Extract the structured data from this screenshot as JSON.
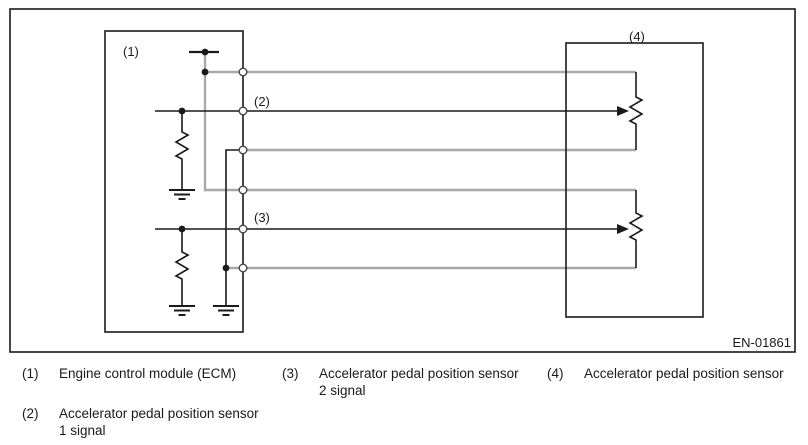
{
  "diagram": {
    "labels": {
      "ecm_ref": "(1)",
      "signal1_ref": "(2)",
      "signal2_ref": "(3)",
      "sensor_ref": "(4)"
    },
    "figure_code": "EN-01861",
    "colors": {
      "harness_wire": "#a8a8a8",
      "schematic_line": "#1a1a1a"
    }
  },
  "legend": {
    "items": [
      {
        "marker": "(1)",
        "line1": "Engine control module (ECM)",
        "line2": ""
      },
      {
        "marker": "(2)",
        "line1": "Accelerator pedal position sensor",
        "line2": "1 signal"
      },
      {
        "marker": "(3)",
        "line1": "Accelerator pedal position sensor",
        "line2": "2 signal"
      },
      {
        "marker": "(4)",
        "line1": "Accelerator pedal position sensor",
        "line2": ""
      }
    ]
  }
}
